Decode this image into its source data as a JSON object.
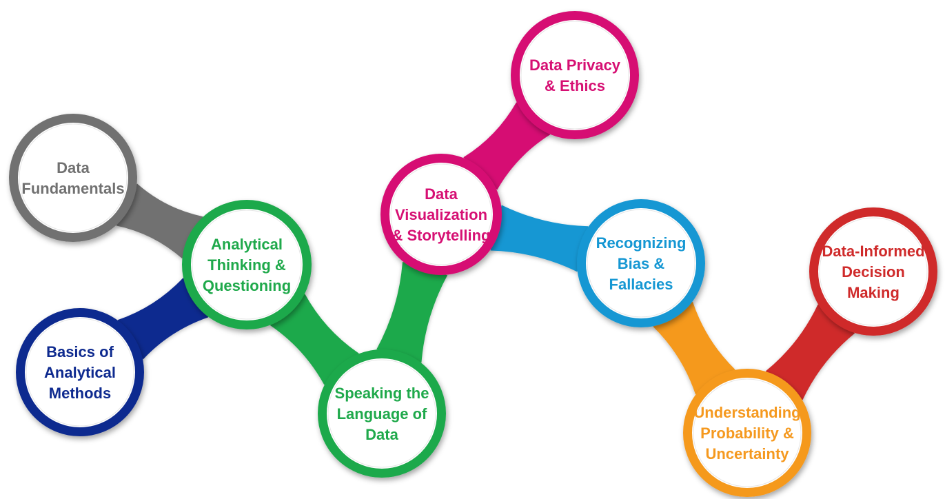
{
  "nodes": [
    {
      "id": "data-fundamentals",
      "lines": [
        "Data",
        "Fundamentals"
      ],
      "color": "#717171"
    },
    {
      "id": "analytical-thinking",
      "lines": [
        "Analytical",
        "Thinking &",
        "Questioning"
      ],
      "color": "#1fa94b"
    },
    {
      "id": "basics-analytical-methods",
      "lines": [
        "Basics of",
        "Analytical",
        "Methods"
      ],
      "color": "#0e2a8f"
    },
    {
      "id": "speaking-language",
      "lines": [
        "Speaking the",
        "Language of",
        "Data"
      ],
      "color": "#1fa94b"
    },
    {
      "id": "data-visualization",
      "lines": [
        "Data",
        "Visualization",
        "& Storytelling"
      ],
      "color": "#d60f73"
    },
    {
      "id": "data-privacy",
      "lines": [
        "Data Privacy",
        "& Ethics"
      ],
      "color": "#d60f73"
    },
    {
      "id": "recognizing-bias",
      "lines": [
        "Recognizing",
        "Bias &",
        "Fallacies"
      ],
      "color": "#1597d3"
    },
    {
      "id": "understanding-probability",
      "lines": [
        "Understanding",
        "Probability &",
        "Uncertainty"
      ],
      "color": "#f5991f"
    },
    {
      "id": "data-informed-decision",
      "lines": [
        "Data-Informed",
        "Decision",
        "Making"
      ],
      "color": "#cf2a2a"
    }
  ],
  "connections": [
    {
      "from": "data-fundamentals",
      "to": "analytical-thinking",
      "color": "#717171"
    },
    {
      "from": "analytical-thinking",
      "to": "basics-analytical-methods",
      "color": "#0e2a8f"
    },
    {
      "from": "analytical-thinking",
      "to": "speaking-language",
      "color": "#1fa94b"
    },
    {
      "from": "speaking-language",
      "to": "data-visualization",
      "color": "#1fa94b"
    },
    {
      "from": "data-visualization",
      "to": "data-privacy",
      "color": "#d60f73"
    },
    {
      "from": "data-visualization",
      "to": "recognizing-bias",
      "color": "#1597d3"
    },
    {
      "from": "recognizing-bias",
      "to": "understanding-probability",
      "color": "#f5991f"
    },
    {
      "from": "understanding-probability",
      "to": "data-informed-decision",
      "color": "#cf2a2a"
    }
  ]
}
